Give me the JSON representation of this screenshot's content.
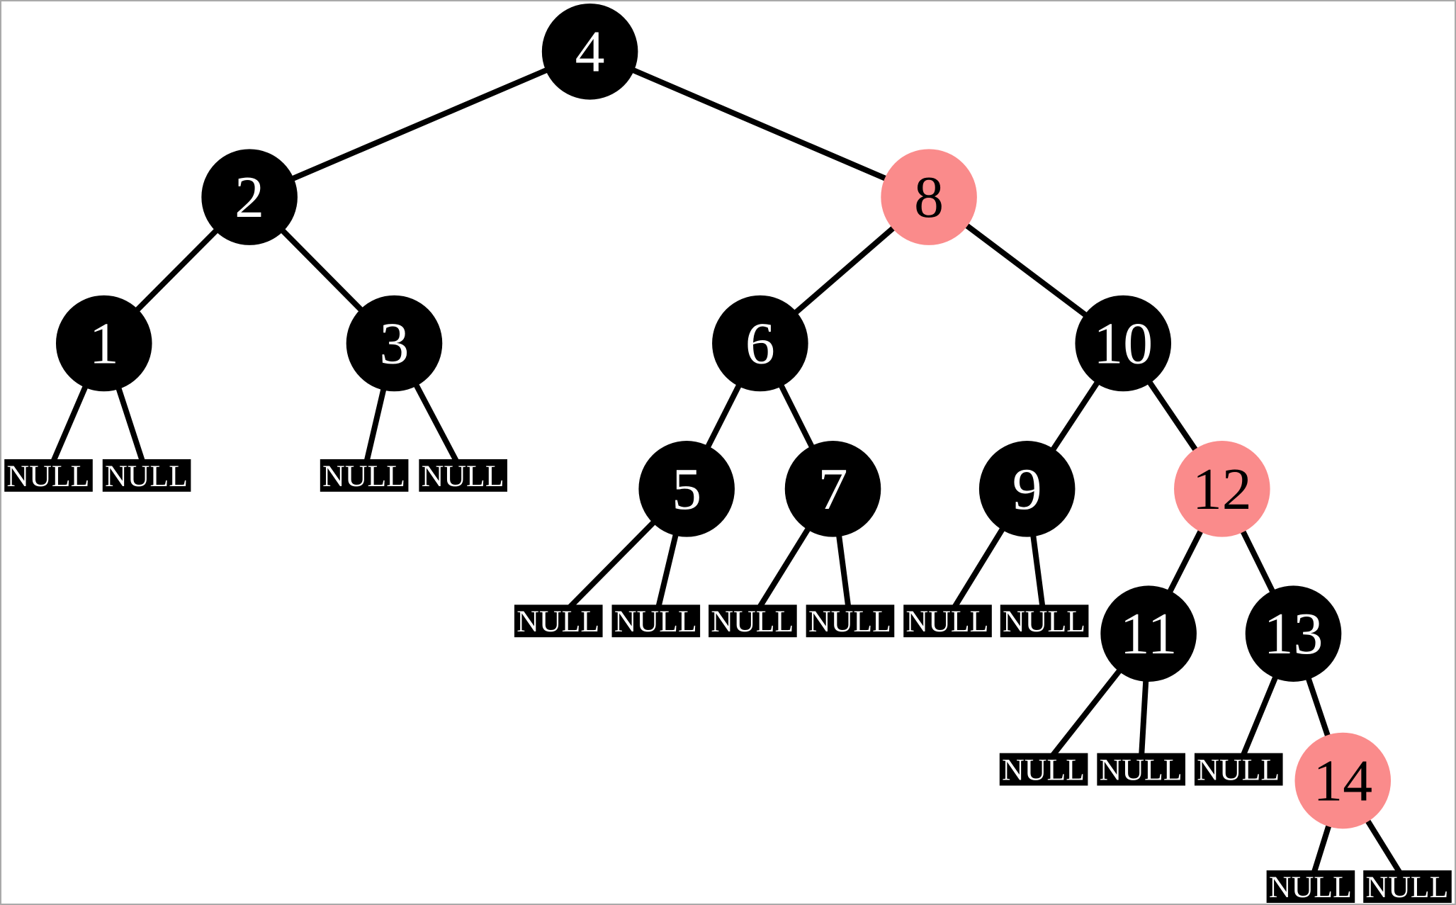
{
  "diagram": {
    "type": "red-black-binary-tree",
    "palette": {
      "black_node_fill": "#000000",
      "red_node_fill": "#FA8B8B",
      "text_on_black": "#FFFFFF",
      "text_on_red": "#000000",
      "null_fill": "#000000",
      "null_text": "#FFFFFF",
      "edge": "#000000",
      "canvas_border": "#AAAAAA",
      "background": "#FFFFFF"
    },
    "nodes": [
      {
        "id": "4",
        "label": "4",
        "color": "black"
      },
      {
        "id": "2",
        "label": "2",
        "color": "black"
      },
      {
        "id": "8",
        "label": "8",
        "color": "red"
      },
      {
        "id": "1",
        "label": "1",
        "color": "black"
      },
      {
        "id": "3",
        "label": "3",
        "color": "black"
      },
      {
        "id": "6",
        "label": "6",
        "color": "black"
      },
      {
        "id": "10",
        "label": "10",
        "color": "black"
      },
      {
        "id": "5",
        "label": "5",
        "color": "black"
      },
      {
        "id": "7",
        "label": "7",
        "color": "black"
      },
      {
        "id": "9",
        "label": "9",
        "color": "black"
      },
      {
        "id": "12",
        "label": "12",
        "color": "red"
      },
      {
        "id": "11",
        "label": "11",
        "color": "black"
      },
      {
        "id": "13",
        "label": "13",
        "color": "black"
      },
      {
        "id": "14",
        "label": "14",
        "color": "red"
      }
    ],
    "nulls": [
      {
        "id": "n0",
        "label": "NULL",
        "parent": "1",
        "side": "left"
      },
      {
        "id": "n1",
        "label": "NULL",
        "parent": "1",
        "side": "right"
      },
      {
        "id": "n2",
        "label": "NULL",
        "parent": "3",
        "side": "left"
      },
      {
        "id": "n3",
        "label": "NULL",
        "parent": "3",
        "side": "right"
      },
      {
        "id": "n4",
        "label": "NULL",
        "parent": "5",
        "side": "left"
      },
      {
        "id": "n5",
        "label": "NULL",
        "parent": "5",
        "side": "right"
      },
      {
        "id": "n6",
        "label": "NULL",
        "parent": "7",
        "side": "left"
      },
      {
        "id": "n7",
        "label": "NULL",
        "parent": "7",
        "side": "right"
      },
      {
        "id": "n8",
        "label": "NULL",
        "parent": "9",
        "side": "left"
      },
      {
        "id": "n9",
        "label": "NULL",
        "parent": "9",
        "side": "right"
      },
      {
        "id": "n10",
        "label": "NULL",
        "parent": "11",
        "side": "left"
      },
      {
        "id": "n11",
        "label": "NULL",
        "parent": "11",
        "side": "right"
      },
      {
        "id": "n12",
        "label": "NULL",
        "parent": "13",
        "side": "left"
      },
      {
        "id": "n13",
        "label": "NULL",
        "parent": "14",
        "side": "left"
      },
      {
        "id": "n14",
        "label": "NULL",
        "parent": "14",
        "side": "right"
      }
    ],
    "edges": [
      {
        "from": "4",
        "to": "2"
      },
      {
        "from": "4",
        "to": "8"
      },
      {
        "from": "2",
        "to": "1"
      },
      {
        "from": "2",
        "to": "3"
      },
      {
        "from": "8",
        "to": "6"
      },
      {
        "from": "8",
        "to": "10"
      },
      {
        "from": "1",
        "to": "n0"
      },
      {
        "from": "1",
        "to": "n1"
      },
      {
        "from": "3",
        "to": "n2"
      },
      {
        "from": "3",
        "to": "n3"
      },
      {
        "from": "6",
        "to": "5"
      },
      {
        "from": "6",
        "to": "7"
      },
      {
        "from": "10",
        "to": "9"
      },
      {
        "from": "10",
        "to": "12"
      },
      {
        "from": "5",
        "to": "n4"
      },
      {
        "from": "5",
        "to": "n5"
      },
      {
        "from": "7",
        "to": "n6"
      },
      {
        "from": "7",
        "to": "n7"
      },
      {
        "from": "9",
        "to": "n8"
      },
      {
        "from": "9",
        "to": "n9"
      },
      {
        "from": "12",
        "to": "11"
      },
      {
        "from": "12",
        "to": "13"
      },
      {
        "from": "11",
        "to": "n10"
      },
      {
        "from": "11",
        "to": "n11"
      },
      {
        "from": "13",
        "to": "n12"
      },
      {
        "from": "13",
        "to": "14"
      },
      {
        "from": "14",
        "to": "n13"
      },
      {
        "from": "14",
        "to": "n14"
      }
    ]
  }
}
